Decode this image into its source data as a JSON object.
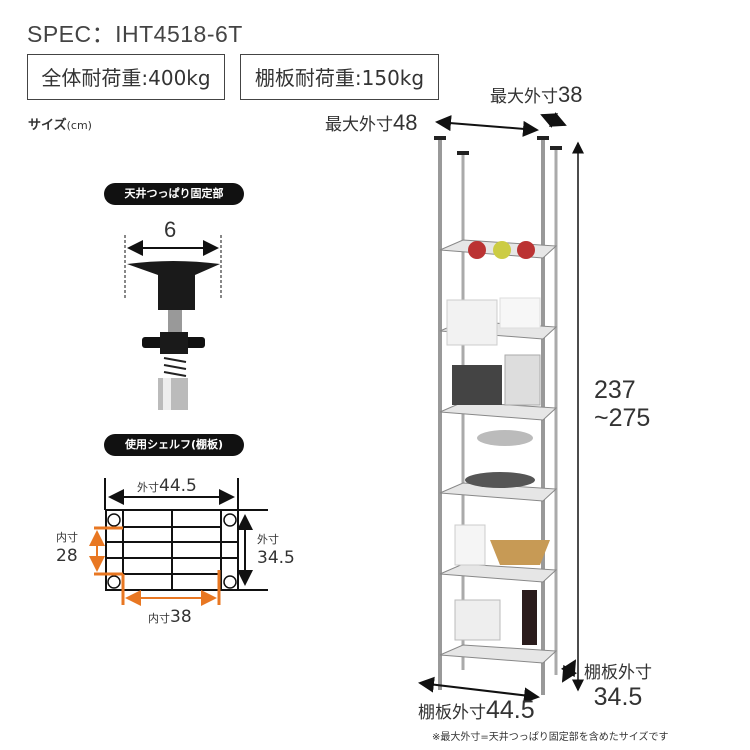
{
  "header": {
    "spec": "SPEC：IHT4518-6T",
    "total_load": "全体耐荷重:400kg",
    "shelf_load": "棚板耐荷重:150kg",
    "size_label": "サイズ",
    "size_unit": "(cm)"
  },
  "ceiling_fixture": {
    "title": "天井つっぱり固定部",
    "width": "6"
  },
  "shelf_panel": {
    "title": "使用シェルフ(棚板)",
    "outer_width_prefix": "外寸",
    "outer_width": "44.5",
    "outer_depth_prefix": "外寸",
    "outer_depth": "34.5",
    "inner_depth_prefix": "内寸",
    "inner_depth": "28",
    "inner_width_prefix": "内寸",
    "inner_width": "38"
  },
  "rack": {
    "max_width_prefix": "最大外寸",
    "max_width": "48",
    "max_depth_prefix": "最大外寸",
    "max_depth": "38",
    "height_min": "237",
    "height_max": "~275",
    "shelf_width_prefix": "棚板外寸",
    "shelf_width": "44.5",
    "shelf_depth_prefix": "棚板外寸",
    "shelf_depth": "34.5",
    "shelf_count": 6
  },
  "footnote": "※最大外寸=天井つっぱり固定部を含めたサイズです",
  "colors": {
    "accent": "#e87722",
    "text": "#333333",
    "pill": "#111111"
  }
}
